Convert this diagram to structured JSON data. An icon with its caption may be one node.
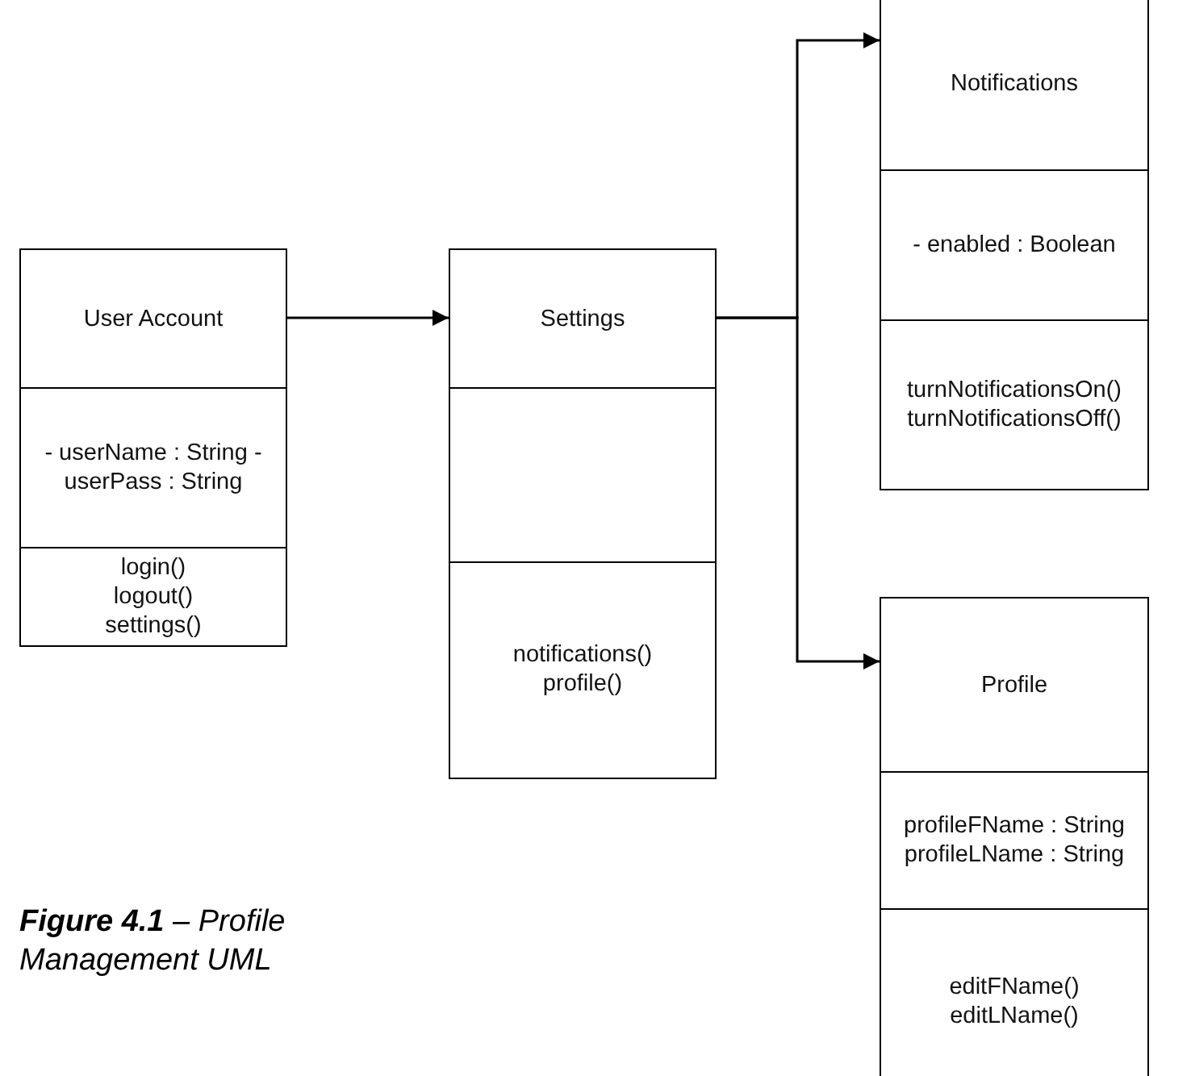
{
  "diagram": {
    "caption": "**Figure 4.1** – Profile Management UML",
    "nodes": [
      {
        "text": [
          "User Account",
          "- userName : String - userPass : String",
          "login() logout() settings()"
        ]
      },
      {
        "text": [
          "Settings",
          "notifications() profile()"
        ]
      },
      {
        "text": [
          "Notifications",
          "- enabled : Boolean",
          "turnNotificationsOn() turnNotificationsOff()"
        ]
      },
      {
        "text": [
          "Profile",
          "profileFName : String profileLName : String",
          "editFName() editLName()"
        ]
      }
    ],
    "edges": [
      {
        "from": 0,
        "to": 1,
        "arrow": "to"
      },
      {
        "from": 1,
        "to": 2,
        "arrow": "to"
      },
      {
        "from": 1,
        "to": 3,
        "arrow": "to"
      }
    ]
  }
}
